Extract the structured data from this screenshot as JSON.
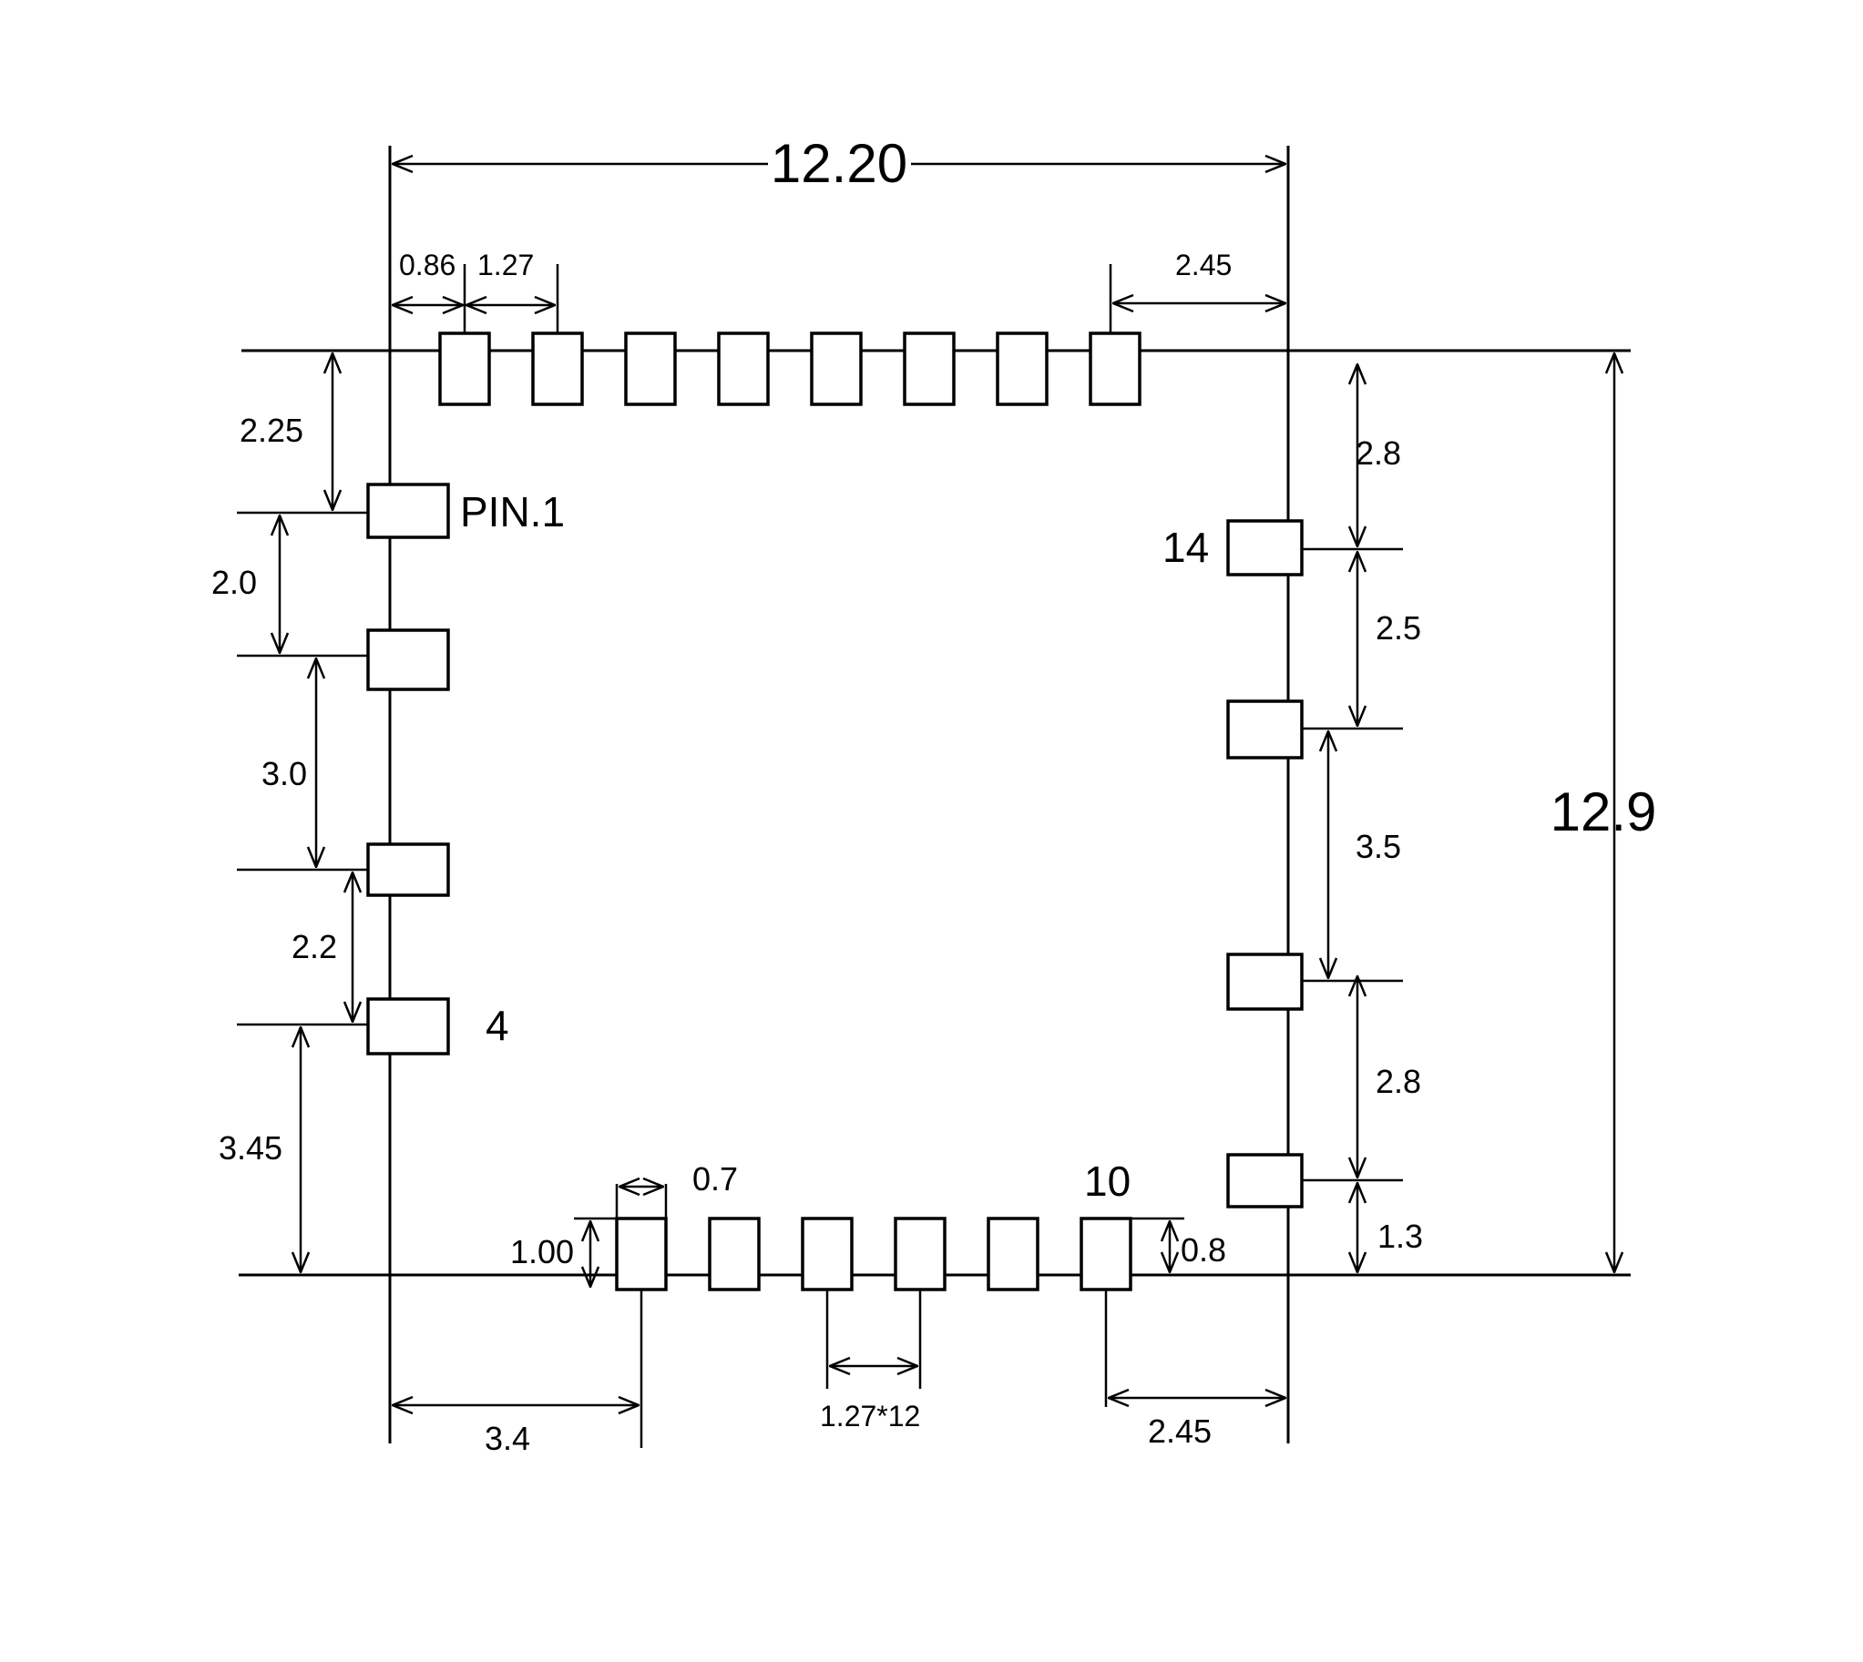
{
  "dims": {
    "overall_width": "12.20",
    "overall_height": "12.9",
    "top_edge_offset": "0.86",
    "top_pitch": "1.27",
    "top_right_offset": "2.45",
    "left_top_offset": "2.25",
    "left_gap_1": "2.0",
    "left_gap_2": "3.0",
    "left_gap_3": "2.2",
    "left_bottom_offset": "3.45",
    "bottom_pad_width": "0.7",
    "bottom_pad_height": "1.00",
    "bottom_pad_inset": "0.8",
    "bottom_left_offset": "3.4",
    "bottom_pitch": "1.27*12",
    "bottom_right_offset": "2.45",
    "right_top_offset": "2.8",
    "right_gap_1": "2.5",
    "right_gap_2": "3.5",
    "right_gap_3": "2.8",
    "right_bottom_offset": "1.3"
  },
  "pins": {
    "pin1": "PIN.1",
    "pin4": "4",
    "pin10": "10",
    "pin14": "14"
  }
}
